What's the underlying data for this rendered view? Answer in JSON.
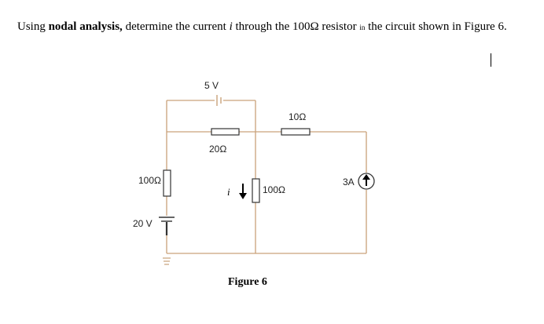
{
  "question": {
    "part1": "Using ",
    "bold": "nodal analysis,",
    "part2": " determine the current ",
    "current_symbol": "i",
    "part3": " through the 100Ω resistor ",
    "small_word": "in",
    "part4": " the circuit shown in Figure 6."
  },
  "circuit": {
    "source_5v_label": "5 V",
    "r20_label": "20Ω",
    "r10_label": "10Ω",
    "r100_left_label": "100Ω",
    "r100_center_label": "100Ω",
    "source_20v_label": "20 V",
    "current_source_label": "3A",
    "current_label": "i",
    "figure_caption": "Figure 6"
  },
  "colors": {
    "wire": "#c9a27a",
    "component": "#333333"
  }
}
